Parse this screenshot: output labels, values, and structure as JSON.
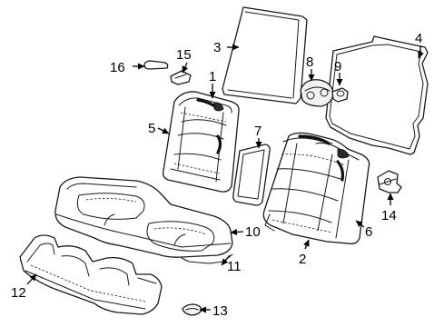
{
  "callouts": {
    "c1": "1",
    "c2": "2",
    "c3": "3",
    "c4": "4",
    "c5": "5",
    "c6": "6",
    "c7": "7",
    "c8": "8",
    "c9": "9",
    "c10": "10",
    "c11": "11",
    "c12": "12",
    "c13": "13",
    "c14": "14",
    "c15": "15",
    "c16": "16"
  },
  "colors": {
    "line": "#1a1a1a",
    "background": "#ffffff"
  }
}
